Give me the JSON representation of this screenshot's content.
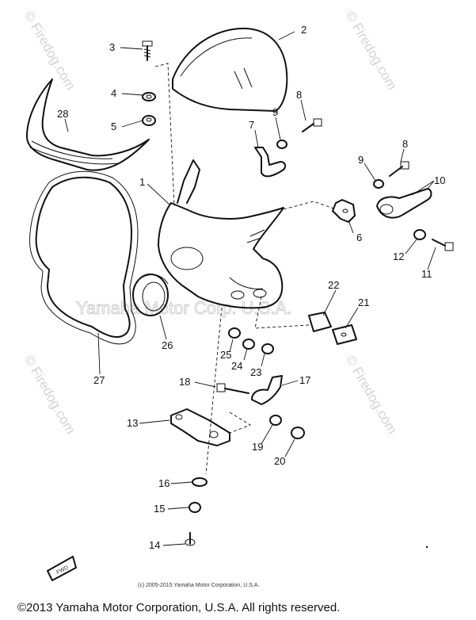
{
  "watermarks": {
    "firedog": "© Firedog.com",
    "yamaha": "Yamaha Motor Corp. U.S.A."
  },
  "copyright_small": "(c) 2005-2015 Yamaha Motor Corporation, U.S.A.",
  "footer": "©2013 Yamaha Motor Corporation, U.S.A. All rights reserved.",
  "front_marker": "FWD",
  "labels": {
    "p1": "1",
    "p2": "2",
    "p3": "3",
    "p4": "4",
    "p5": "5",
    "p6": "6",
    "p7": "7",
    "p8a": "8",
    "p8b": "8",
    "p9a": "9",
    "p9b": "9",
    "p10": "10",
    "p11": "11",
    "p12": "12",
    "p13": "13",
    "p14": "14",
    "p15": "15",
    "p16": "16",
    "p17": "17",
    "p18": "18",
    "p19": "19",
    "p20": "20",
    "p21": "21",
    "p22": "22",
    "p23": "23",
    "p24": "24",
    "p25": "25",
    "p26": "26",
    "p27": "27",
    "p28": "28"
  }
}
